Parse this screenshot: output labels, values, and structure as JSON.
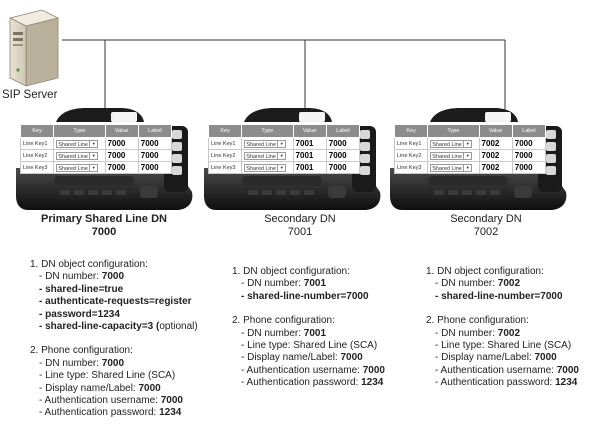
{
  "server": {
    "label": "SIP Server",
    "icon": "server-icon"
  },
  "table_headers": {
    "key": "Key",
    "type": "Type",
    "value": "Value",
    "label": "Label"
  },
  "phones": [
    {
      "caption": [
        "Primary Shared Line DN",
        "7000"
      ],
      "rows": [
        {
          "key": "Line Key1",
          "type": "Shared Line",
          "value": "7000",
          "label": "7000"
        },
        {
          "key": "Line Key2",
          "type": "Shared Line",
          "value": "7000",
          "label": "7000"
        },
        {
          "key": "Line Key3",
          "type": "Shared Line",
          "value": "7000",
          "label": "7000"
        }
      ],
      "config": [
        {
          "text": "1. DN object configuration:"
        },
        {
          "indent": 1,
          "parts": [
            {
              "t": "- DN number: "
            },
            {
              "t": "7000",
              "b": true
            }
          ]
        },
        {
          "indent": 1,
          "parts": [
            {
              "t": "- shared-line=true",
              "b": true
            }
          ]
        },
        {
          "indent": 1,
          "parts": [
            {
              "t": "- authenticate-requests=register",
              "b": true
            }
          ]
        },
        {
          "indent": 1,
          "parts": [
            {
              "t": "- password=1234",
              "b": true
            }
          ]
        },
        {
          "indent": 1,
          "parts": [
            {
              "t": "- shared-line-capacity=3 (",
              "b": true
            },
            {
              "t": "optional)"
            }
          ]
        },
        {
          "gap": true
        },
        {
          "text": "2. Phone configuration:"
        },
        {
          "indent": 1,
          "parts": [
            {
              "t": "- DN number: "
            },
            {
              "t": "7000",
              "b": true
            }
          ]
        },
        {
          "indent": 1,
          "parts": [
            {
              "t": "- Line type: Shared Line (SCA)"
            }
          ]
        },
        {
          "indent": 1,
          "parts": [
            {
              "t": "- Display name/Label: "
            },
            {
              "t": "7000",
              "b": true
            }
          ]
        },
        {
          "indent": 1,
          "parts": [
            {
              "t": "- Authentication username: "
            },
            {
              "t": "7000",
              "b": true
            }
          ]
        },
        {
          "indent": 1,
          "parts": [
            {
              "t": "- Authentication password: "
            },
            {
              "t": "1234",
              "b": true
            }
          ]
        }
      ]
    },
    {
      "caption": [
        "Secondary DN",
        "7001"
      ],
      "rows": [
        {
          "key": "Line Key1",
          "type": "Shared Line",
          "value": "7001",
          "label": "7000"
        },
        {
          "key": "Line Key2",
          "type": "Shared Line",
          "value": "7001",
          "label": "7000"
        },
        {
          "key": "Line Key3",
          "type": "Shared Line",
          "value": "7001",
          "label": "7000"
        }
      ],
      "config": [
        {
          "text": "1. DN object configuration:"
        },
        {
          "indent": 1,
          "parts": [
            {
              "t": "- DN number: "
            },
            {
              "t": "7001",
              "b": true
            }
          ]
        },
        {
          "indent": 1,
          "parts": [
            {
              "t": "- shared-line-number=7000",
              "b": true
            }
          ]
        },
        {
          "gap": true
        },
        {
          "text": "2. Phone configuration:"
        },
        {
          "indent": 1,
          "parts": [
            {
              "t": "- DN number: "
            },
            {
              "t": "7001",
              "b": true
            }
          ]
        },
        {
          "indent": 1,
          "parts": [
            {
              "t": "- Line type: Shared Line (SCA)"
            }
          ]
        },
        {
          "indent": 1,
          "parts": [
            {
              "t": "- Display name/Label: "
            },
            {
              "t": "7000",
              "b": true
            }
          ]
        },
        {
          "indent": 1,
          "parts": [
            {
              "t": "- Authentication username: "
            },
            {
              "t": "7000",
              "b": true
            }
          ]
        },
        {
          "indent": 1,
          "parts": [
            {
              "t": "- Authentication password: "
            },
            {
              "t": "1234",
              "b": true
            }
          ]
        }
      ]
    },
    {
      "caption": [
        "Secondary DN",
        "7002"
      ],
      "rows": [
        {
          "key": "Line Key1",
          "type": "Shared Line",
          "value": "7002",
          "label": "7000"
        },
        {
          "key": "Line Key2",
          "type": "Shared Line",
          "value": "7002",
          "label": "7000"
        },
        {
          "key": "Line Key3",
          "type": "Shared Line",
          "value": "7002",
          "label": "7000"
        }
      ],
      "config": [
        {
          "text": "1. DN object configuration:"
        },
        {
          "indent": 1,
          "parts": [
            {
              "t": "- DN number: "
            },
            {
              "t": "7002",
              "b": true
            }
          ]
        },
        {
          "indent": 1,
          "parts": [
            {
              "t": "- shared-line-number=7000",
              "b": true
            }
          ]
        },
        {
          "gap": true
        },
        {
          "text": "2. Phone configuration:"
        },
        {
          "indent": 1,
          "parts": [
            {
              "t": "- DN number: "
            },
            {
              "t": "7002",
              "b": true
            }
          ]
        },
        {
          "indent": 1,
          "parts": [
            {
              "t": "- Line type: Shared Line (SCA)"
            }
          ]
        },
        {
          "indent": 1,
          "parts": [
            {
              "t": "- Display name/Label: "
            },
            {
              "t": "7000",
              "b": true
            }
          ]
        },
        {
          "indent": 1,
          "parts": [
            {
              "t": "- Authentication username: "
            },
            {
              "t": "7000",
              "b": true
            }
          ]
        },
        {
          "indent": 1,
          "parts": [
            {
              "t": "- Authentication password: "
            },
            {
              "t": "1234",
              "b": true
            }
          ]
        }
      ]
    }
  ]
}
